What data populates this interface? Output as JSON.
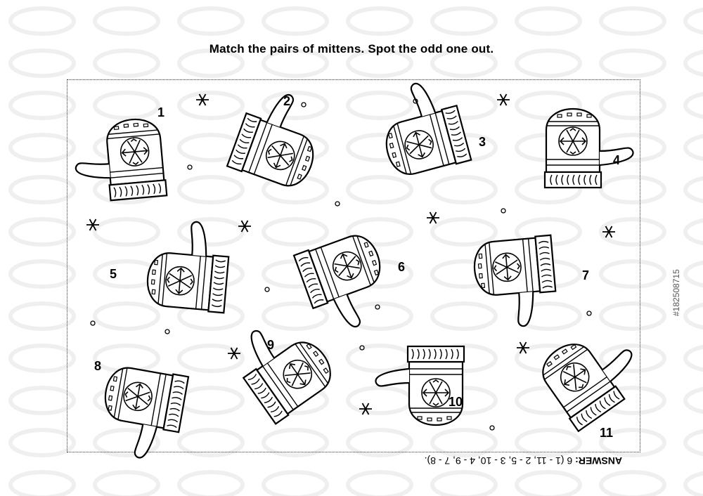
{
  "puzzle": {
    "instruction": "Match the pairs of mittens. Spot the odd one out.",
    "numbers": [
      "1",
      "2",
      "3",
      "4",
      "5",
      "6",
      "7",
      "8",
      "9",
      "10",
      "11"
    ],
    "answer_label": "ANSWER:",
    "answer_value": "6 (1 - 11, 2 - 5, 3 - 10, 4 - 9, 7 - 8).",
    "stock_id": "#182508715"
  }
}
